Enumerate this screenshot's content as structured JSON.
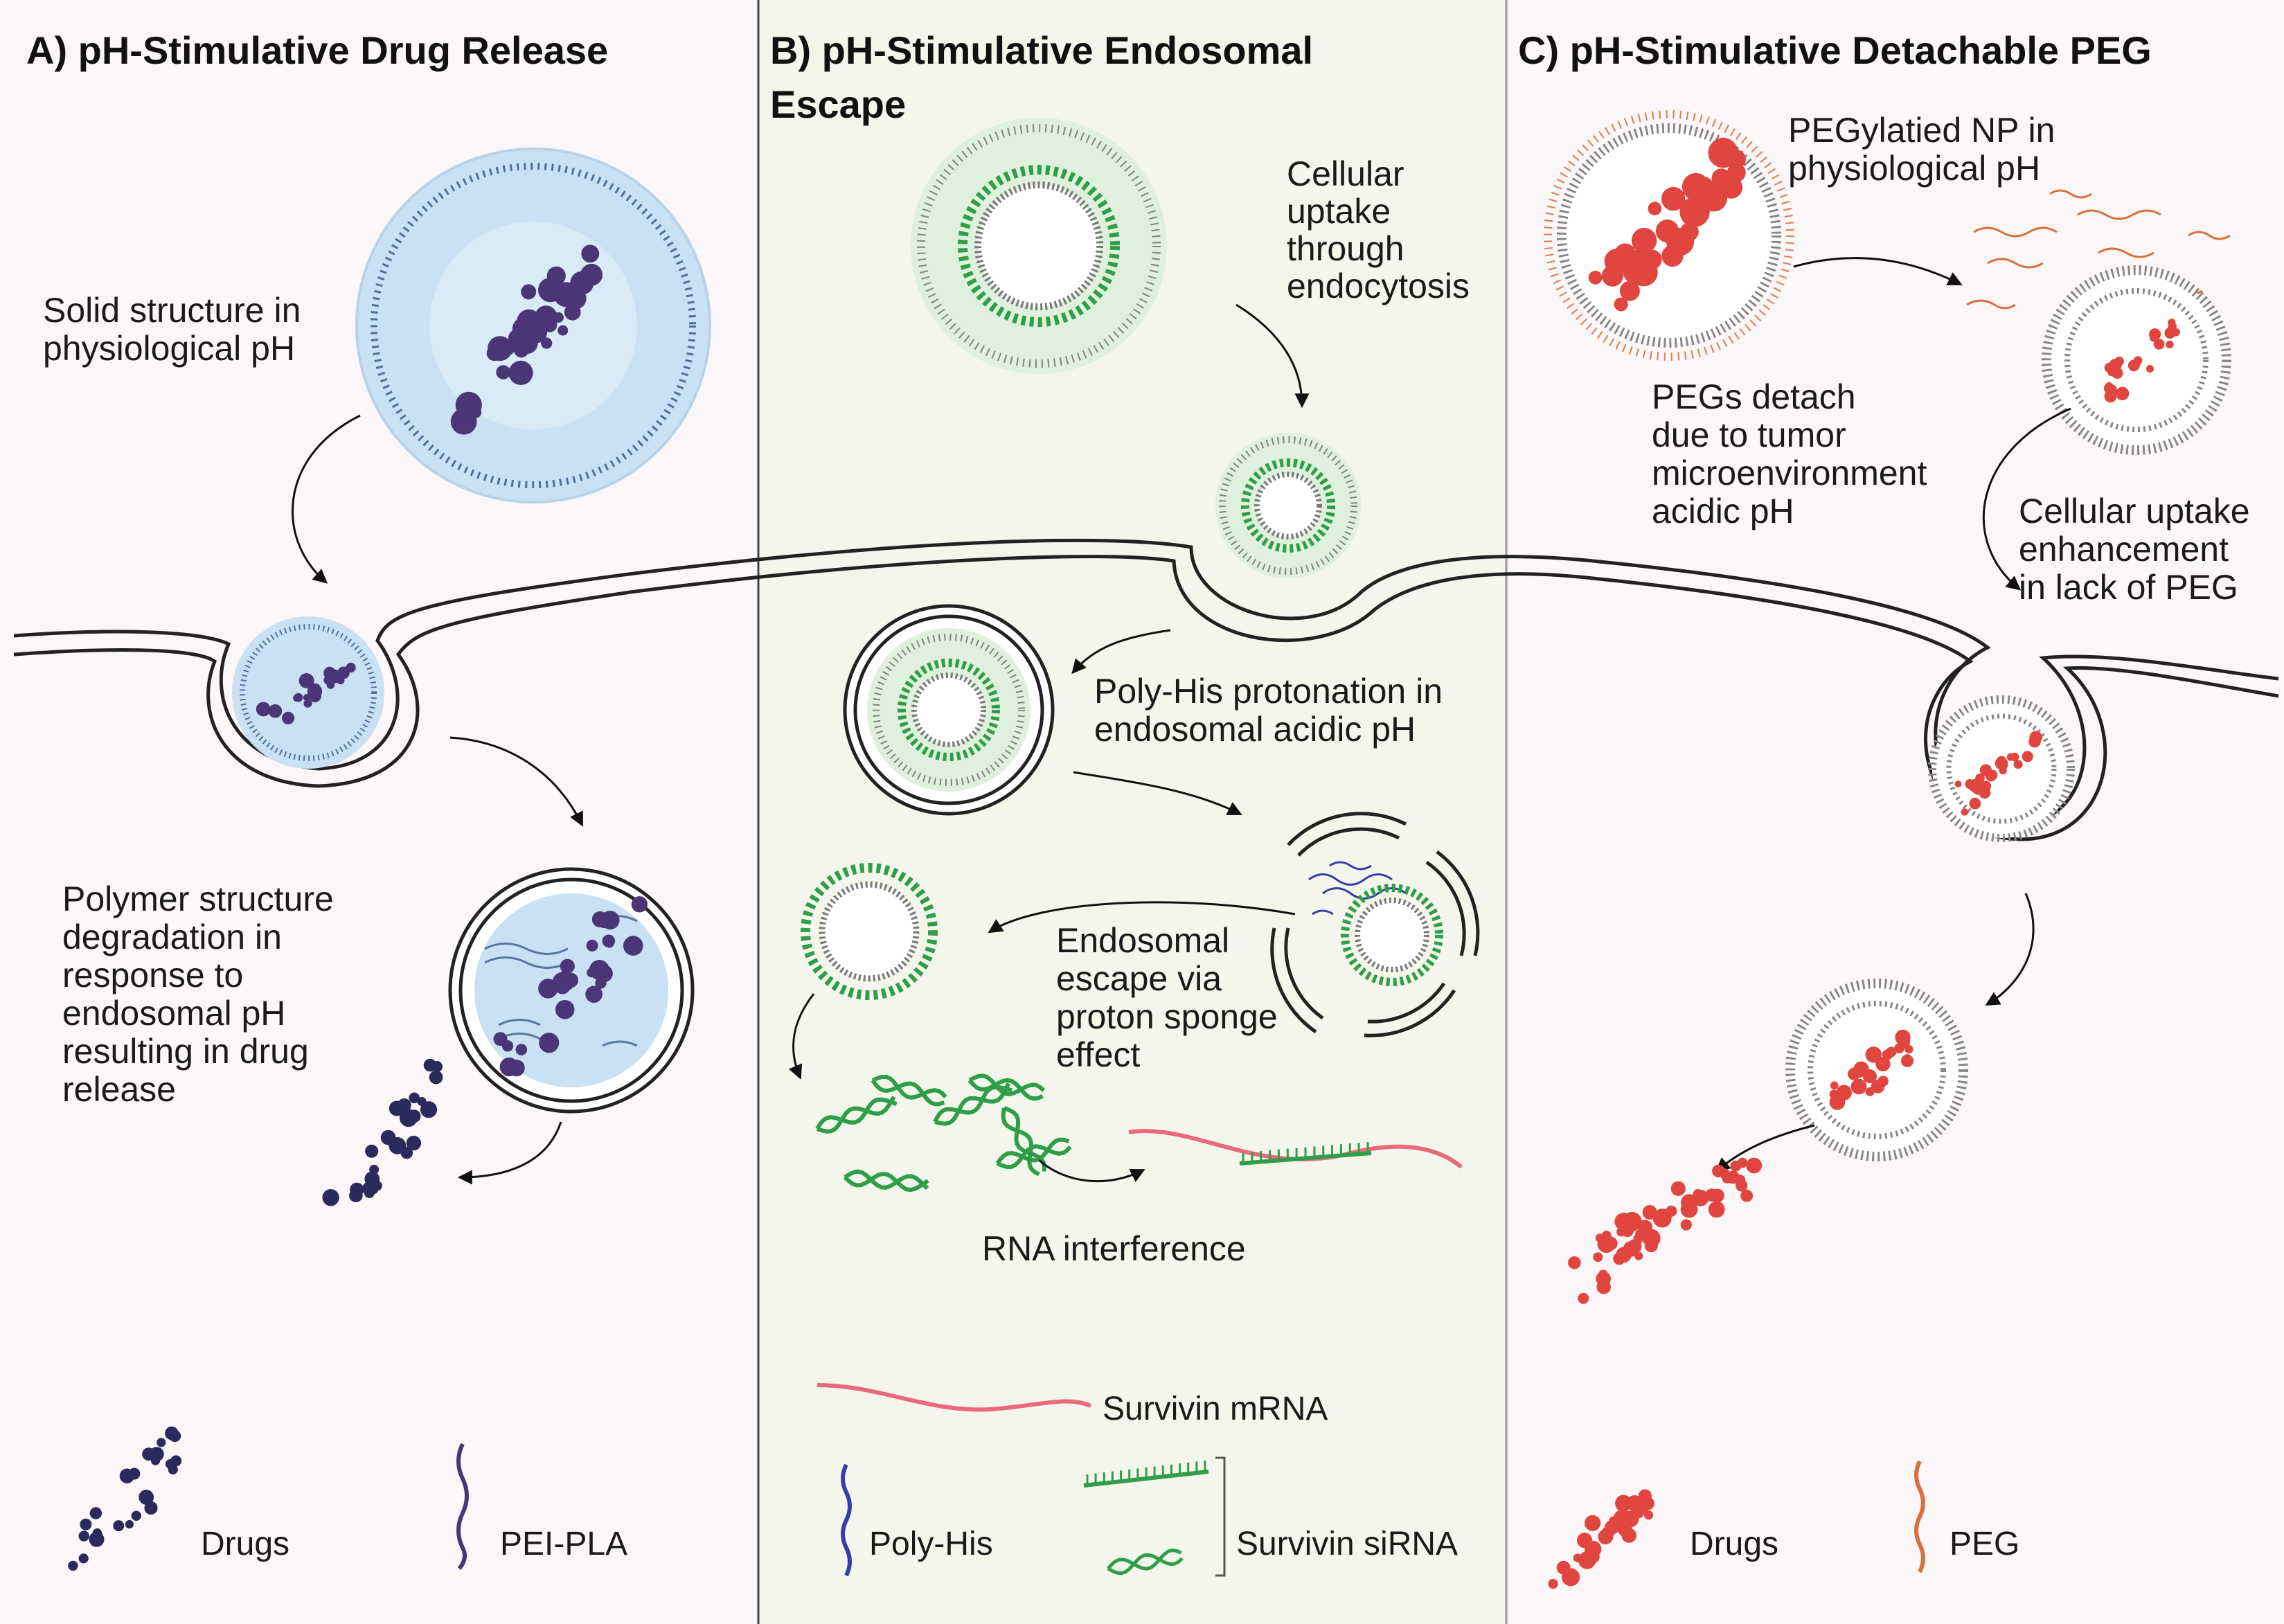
{
  "panels": {
    "a": {
      "title": "A) pH-Stimulative  Drug Release",
      "label1": [
        "Solid structure in",
        "physiological pH"
      ],
      "label2": [
        "Polymer structure",
        "degradation in",
        "response to",
        "endosomal pH",
        "resulting in drug",
        "release"
      ],
      "legend_drugs": "Drugs",
      "legend_polymer": "PEI-PLA"
    },
    "b": {
      "title_line1": "B) pH-Stimulative  Endosomal",
      "title_line2": "Escape",
      "label_uptake": [
        "Cellular",
        "uptake",
        "through",
        "endocytosis"
      ],
      "label_protonation": [
        "Poly-His protonation in",
        "endosomal acidic pH"
      ],
      "label_escape": [
        "Endosomal",
        "escape via",
        "proton sponge",
        "effect"
      ],
      "label_rnai": "RNA interference",
      "legend_mrna": "Survivin mRNA",
      "legend_polyhis": "Poly-His",
      "legend_sirna": "Survivin siRNA"
    },
    "c": {
      "title": "C) pH-Stimulative  Detachable PEG",
      "label_peg_np": [
        "PEGylatied NP in",
        "physiological pH"
      ],
      "label_detach": [
        "PEGs detach",
        "due to tumor",
        "microenvironment",
        "acidic pH"
      ],
      "label_uptake": [
        "Cellular uptake",
        "enhancement",
        "in lack of PEG"
      ],
      "legend_drugs": "Drugs",
      "legend_peg": "PEG"
    }
  },
  "colors": {
    "panel_a_bg": "#fbf6f8",
    "panel_b_bg": "#f4f6ec",
    "panel_c_bg": "#fbf6f8",
    "drug_purple": "#4a3577",
    "drug_navy": "#2c2a5c",
    "polymer_blue": "#c9e1f2",
    "polymer_line": "#3b5a86",
    "green_np": "#dff0dc",
    "sirna_green": "#2e9e48",
    "mrna_pink": "#e86a7a",
    "drug_red": "#e0453f",
    "peg_orange": "#d8703a",
    "polyhis_blue": "#3a3ca8"
  }
}
